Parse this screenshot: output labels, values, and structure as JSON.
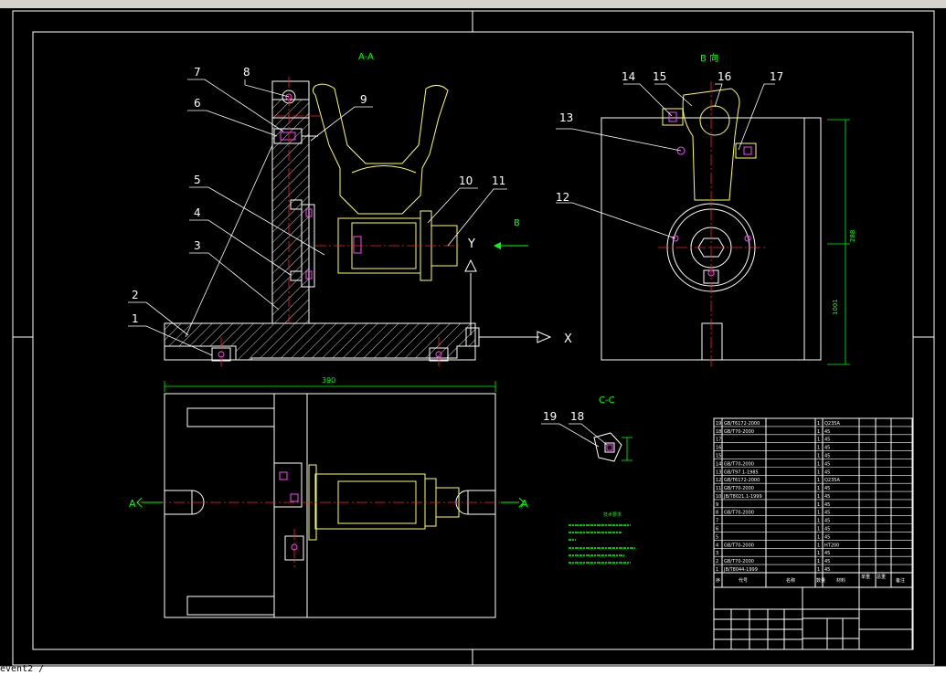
{
  "app": {
    "command_line": "event2 /"
  },
  "drawing": {
    "section_aa_title": "A-A",
    "view_b_title": "B 向",
    "section_cc_title": "C-C",
    "axis_y_label": "Y",
    "axis_x_label": "X",
    "arrow_b_label": "B",
    "cut_left_label": "A",
    "cut_right_label": "A",
    "dimension_width": "390",
    "dimension_height_1": "288",
    "dimension_height_2": "1001",
    "balloons": [
      "1",
      "2",
      "3",
      "4",
      "5",
      "6",
      "7",
      "8",
      "9",
      "10",
      "11",
      "12",
      "13",
      "14",
      "15",
      "16",
      "17",
      "18",
      "19"
    ],
    "tech_notes_title": "技术要求"
  },
  "bom": {
    "header": [
      "序",
      "代号",
      "名称",
      "数量",
      "材料",
      "单重",
      "总重",
      "备注"
    ],
    "rows": [
      [
        "19",
        "GB/T6172-2000",
        "",
        "1",
        "Q235A"
      ],
      [
        "18",
        "GB/T70-2000",
        "",
        "1",
        "45"
      ],
      [
        "17",
        "",
        "",
        "1",
        "45"
      ],
      [
        "16",
        "",
        "",
        "1",
        "45"
      ],
      [
        "15",
        "",
        "",
        "1",
        "45"
      ],
      [
        "14",
        "GB/T70-2000",
        "",
        "1",
        "45"
      ],
      [
        "13",
        "GB/T97.1-1985",
        "",
        "1",
        "45"
      ],
      [
        "12",
        "GB/T6172-2000",
        "",
        "1",
        "Q235A"
      ],
      [
        "11",
        "GB/T70-2000",
        "",
        "1",
        "45"
      ],
      [
        "10",
        "JB/T8021.1-1999",
        "",
        "1",
        "45"
      ],
      [
        "9",
        "",
        "",
        "1",
        "45"
      ],
      [
        "8",
        "GB/T70-2000",
        "",
        "1",
        "45"
      ],
      [
        "7",
        "",
        "",
        "1",
        "45"
      ],
      [
        "6",
        "",
        "",
        "1",
        "45"
      ],
      [
        "5",
        "",
        "",
        "1",
        "45"
      ],
      [
        "4",
        "GB/T70-2000",
        "",
        "1",
        "HT200"
      ],
      [
        "3",
        "",
        "",
        "1",
        "45"
      ],
      [
        "2",
        "GB/T70-2000",
        "",
        "1",
        "45"
      ],
      [
        "1",
        "JB/T8044-1999",
        "",
        "1",
        "45"
      ]
    ]
  },
  "colors": {
    "frame": "#ffffff",
    "centerline": "#ff2020",
    "dimension": "#00ff00",
    "parts": "#ffff60",
    "hatch": "#ffffff",
    "highlight": "#ff40ff"
  }
}
